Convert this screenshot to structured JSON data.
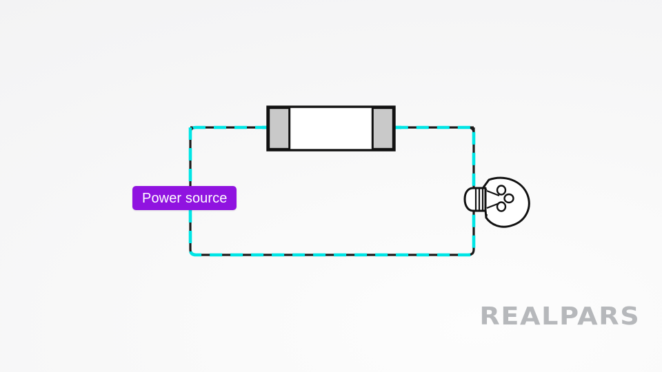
{
  "scene": {
    "title": "Fuse in series circuit diagram",
    "background_color": "#f7f7f7",
    "wire_color": "#1a1a1a",
    "current_color": "#00e5e5",
    "accent_color": "#9013e0"
  },
  "labels": {
    "power_source": "Power source"
  },
  "brand": {
    "name": "REALPARS",
    "color": "#b6b8bb"
  },
  "components": [
    {
      "id": "power-source",
      "name": "Power source",
      "label": "Power source",
      "type": "callout-label",
      "color": "#9013e0"
    },
    {
      "id": "fuse",
      "name": "Fuse",
      "label": "",
      "type": "cartridge-fuse",
      "body_color": "#ffffff",
      "cap_color": "#c9c9c9",
      "outline_color": "#111111"
    },
    {
      "id": "lamp",
      "name": "Light bulb",
      "label": "",
      "type": "incandescent-lamp",
      "outline_color": "#111111",
      "glass_color": "#ffffff"
    }
  ],
  "circuit": {
    "loop_description": "Closed rectangular loop with current flowing through a cartridge fuse on the top run and an incandescent lamp on the right run",
    "current_direction": "clockwise",
    "dash_pattern": "18 12"
  }
}
